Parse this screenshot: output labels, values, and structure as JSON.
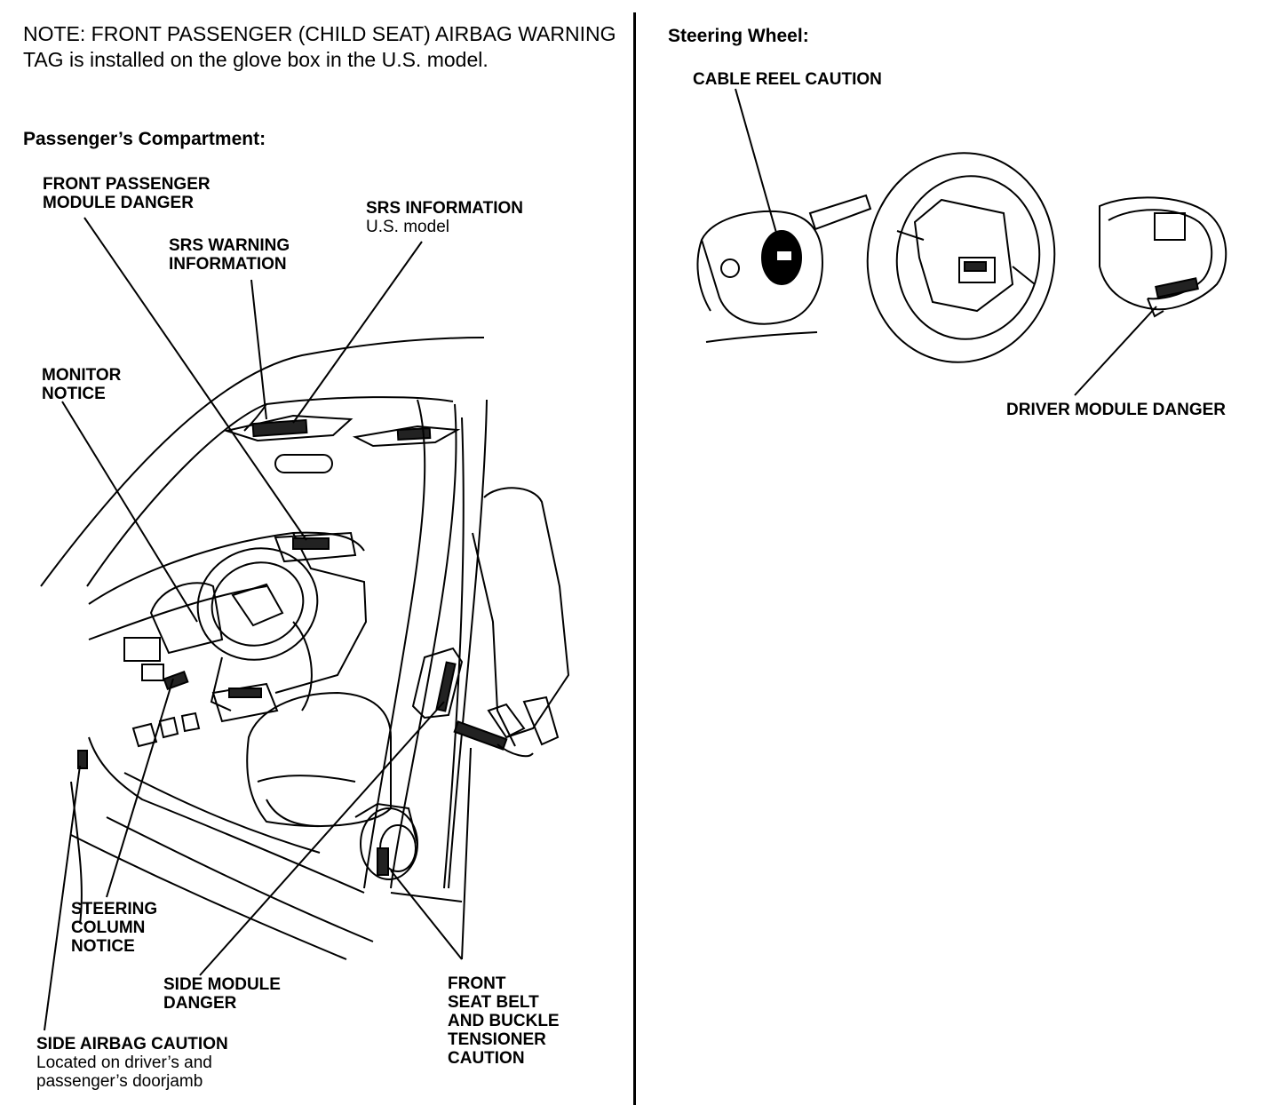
{
  "note": "NOTE: FRONT PASSENGER (CHILD SEAT) AIRBAG WARNING TAG is installed on the glove box in the U.S. model.",
  "passenger": {
    "heading": "Passenger’s Compartment:",
    "labels": {
      "front_passenger_module": [
        "FRONT PASSENGER",
        "MODULE DANGER"
      ],
      "srs_warning": [
        "SRS WARNING",
        "INFORMATION"
      ],
      "srs_information": "SRS INFORMATION",
      "srs_information_sub": "U.S. model",
      "monitor_notice": [
        "MONITOR",
        "NOTICE"
      ],
      "steering_column": [
        "STEERING",
        "COLUMN",
        "NOTICE"
      ],
      "side_module": [
        "SIDE MODULE",
        "DANGER"
      ],
      "seat_belt": [
        "FRONT",
        "SEAT BELT",
        "AND BUCKLE",
        "TENSIONER",
        "CAUTION"
      ],
      "side_airbag": "SIDE AIRBAG CAUTION",
      "side_airbag_sub": [
        "Located on driver’s and",
        "passenger’s doorjamb"
      ]
    }
  },
  "steering": {
    "heading": "Steering Wheel:",
    "labels": {
      "cable_reel": "CABLE REEL CAUTION",
      "driver_module": "DRIVER MODULE DANGER"
    }
  }
}
